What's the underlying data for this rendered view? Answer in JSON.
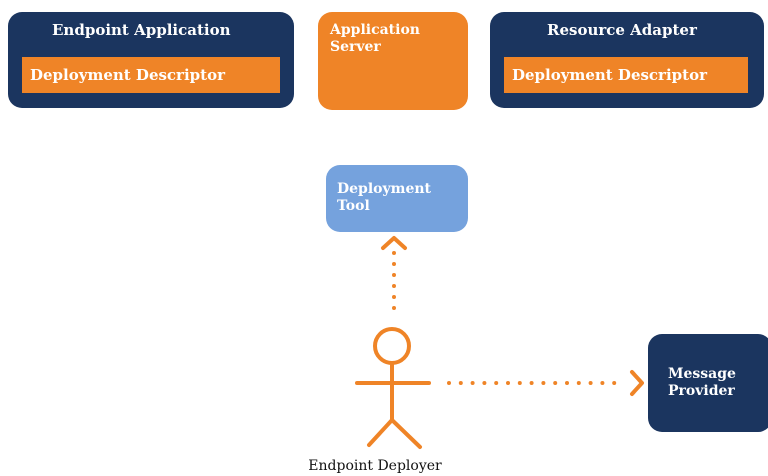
{
  "boxes": {
    "endpoint_application": {
      "title": "Endpoint Application",
      "descriptor": "Deployment Descriptor"
    },
    "application_server": {
      "line1": "Application",
      "line2": "Server"
    },
    "resource_adapter": {
      "title": "Resource Adapter",
      "descriptor": "Deployment Descriptor"
    },
    "deployment_tool": {
      "line1": "Deployment",
      "line2": "Tool"
    },
    "message_provider": {
      "line1": "Message",
      "line2": "Provider"
    }
  },
  "actor": {
    "label": "Endpoint Deployer"
  },
  "colors": {
    "navy": "#1b355f",
    "orange": "#ef8427",
    "light_blue": "#75a2dd"
  }
}
